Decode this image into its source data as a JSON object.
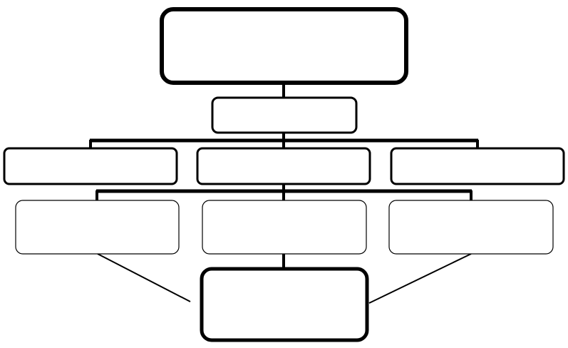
{
  "diagram": {
    "colors": {
      "stroke": "#000000",
      "fill": "#ffffff"
    },
    "boxes": [
      {
        "id": "top-box",
        "label": ""
      },
      {
        "id": "second-box",
        "label": ""
      },
      {
        "id": "level3-box-left",
        "label": ""
      },
      {
        "id": "level3-box-center",
        "label": ""
      },
      {
        "id": "level3-box-right",
        "label": ""
      },
      {
        "id": "level4-box-left",
        "label": ""
      },
      {
        "id": "level4-box-center",
        "label": ""
      },
      {
        "id": "level4-box-right",
        "label": ""
      },
      {
        "id": "bottom-box",
        "label": ""
      }
    ]
  }
}
